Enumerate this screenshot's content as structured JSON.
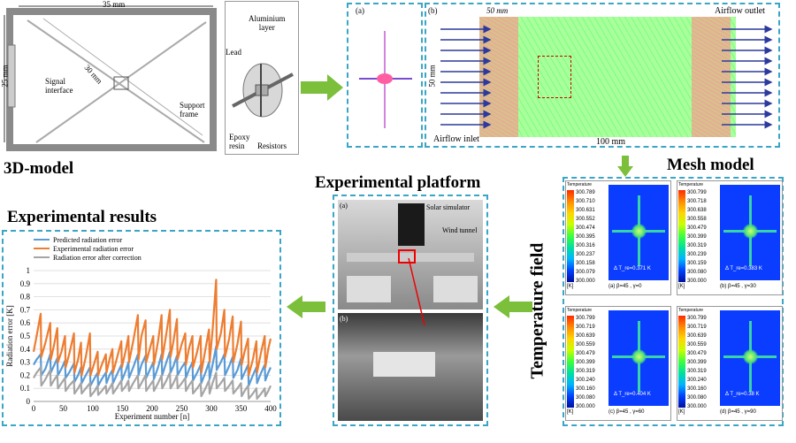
{
  "model3d": {
    "title": "3D-model",
    "dim_width": "35 mm",
    "dim_height": "25 mm",
    "dim_diag": "30 mm",
    "signal_interface": "Signal\ninterface",
    "aluminium": "Aluminium\nlayer",
    "lead": "Lead",
    "support": "Support\nframe",
    "epoxy": "Epoxy\nresin",
    "resistors": "Resistors"
  },
  "mesh": {
    "title": "Mesh model",
    "label_a": "(a)",
    "label_b": "(b)",
    "dim_top": "50 mm",
    "dim_left": "50 mm",
    "dim_bottom": "100 mm",
    "outlet": "Airflow outlet",
    "inlet": "Airflow inlet"
  },
  "temperature": {
    "title": "Temperature field",
    "header": "Temperature",
    "unit": "[K]",
    "panels": [
      {
        "scale": [
          "300.789",
          "300.710",
          "300.631",
          "300.552",
          "300.474",
          "300.395",
          "300.316",
          "300.237",
          "300.158",
          "300.079",
          "300.000"
        ],
        "lbl": "Δ  T_re=0.371 K",
        "cap": "(a) β=45 , γ=0"
      },
      {
        "scale": [
          "300.799",
          "300.718",
          "300.638",
          "300.558",
          "300.479",
          "300.399",
          "300.319",
          "300.239",
          "300.159",
          "300.080",
          "300.000"
        ],
        "lbl": "Δ  T_re=0.383 K",
        "cap": "(b) β=45 , γ=30"
      },
      {
        "scale": [
          "300.799",
          "300.719",
          "300.639",
          "300.559",
          "300.479",
          "300.399",
          "300.319",
          "300.240",
          "300.160",
          "300.080",
          "300.000"
        ],
        "lbl": "Δ  T_re=0.404 K",
        "cap": "(c) β=45 , γ=60"
      },
      {
        "scale": [
          "300.799",
          "300.719",
          "300.639",
          "300.559",
          "300.479",
          "300.399",
          "300.319",
          "300.240",
          "300.160",
          "300.080",
          "300.000"
        ],
        "lbl": "Δ  T_re=0.38 K",
        "cap": "(d) β=45 , γ=90"
      }
    ]
  },
  "platform": {
    "title": "Experimental platform",
    "label_a": "(a)",
    "label_b": "(b)",
    "solar": "Solar simulator",
    "wind": "Wind tunnel"
  },
  "results": {
    "title": "Experimental results"
  },
  "chart_data": {
    "type": "line",
    "title": "",
    "xlabel": "Experiment number [n]",
    "ylabel": "Radiation error [K]",
    "xlim": [
      0,
      400
    ],
    "ylim": [
      0,
      1.0
    ],
    "xticks": [
      "0",
      "50",
      "100",
      "150",
      "200",
      "250",
      "300",
      "350",
      "400"
    ],
    "yticks": [
      "0",
      "0.1",
      "0.2",
      "0.3",
      "0.4",
      "0.5",
      "0.6",
      "0.7",
      "0.8",
      "0.9",
      "1"
    ],
    "grid": true,
    "legend_position": "top-left",
    "series": [
      {
        "name": "Predicted radiation error",
        "color": "#5b9bd5",
        "x": [
          0,
          5,
          12,
          13,
          20,
          28,
          29,
          34,
          40,
          41,
          47,
          53,
          54,
          60,
          68,
          69,
          75,
          80,
          81,
          88,
          95,
          96,
          103,
          108,
          109,
          115,
          122,
          123,
          128,
          133,
          134,
          140,
          148,
          149,
          156,
          160,
          161,
          168,
          176,
          177,
          182,
          189,
          190,
          196,
          202,
          203,
          210,
          216,
          217,
          224,
          230,
          231,
          236,
          242,
          243,
          250,
          256,
          257,
          262,
          268,
          269,
          276,
          282,
          283,
          290,
          296,
          297,
          302,
          308,
          309,
          316,
          322,
          323,
          330,
          336,
          337,
          344,
          350,
          351,
          356,
          362,
          363,
          370,
          376,
          377,
          384,
          390,
          391,
          396,
          400
        ],
        "y": [
          0.28,
          0.32,
          0.36,
          0.2,
          0.25,
          0.36,
          0.22,
          0.27,
          0.33,
          0.2,
          0.25,
          0.31,
          0.18,
          0.22,
          0.29,
          0.15,
          0.2,
          0.26,
          0.14,
          0.2,
          0.26,
          0.12,
          0.18,
          0.22,
          0.12,
          0.17,
          0.22,
          0.14,
          0.2,
          0.24,
          0.14,
          0.2,
          0.28,
          0.16,
          0.24,
          0.3,
          0.18,
          0.26,
          0.36,
          0.2,
          0.28,
          0.35,
          0.18,
          0.24,
          0.3,
          0.17,
          0.26,
          0.36,
          0.2,
          0.3,
          0.38,
          0.22,
          0.27,
          0.35,
          0.2,
          0.26,
          0.3,
          0.18,
          0.24,
          0.3,
          0.16,
          0.22,
          0.28,
          0.14,
          0.22,
          0.3,
          0.17,
          0.28,
          0.42,
          0.24,
          0.3,
          0.36,
          0.2,
          0.27,
          0.34,
          0.18,
          0.24,
          0.33,
          0.17,
          0.22,
          0.28,
          0.12,
          0.2,
          0.26,
          0.14,
          0.22,
          0.28,
          0.16,
          0.22,
          0.26
        ]
      },
      {
        "name": "Experimental radiation error",
        "color": "#ed7d31",
        "x": [
          0,
          5,
          12,
          13,
          20,
          28,
          29,
          34,
          40,
          41,
          47,
          53,
          54,
          60,
          68,
          69,
          75,
          80,
          81,
          88,
          95,
          96,
          103,
          108,
          109,
          115,
          122,
          123,
          128,
          133,
          134,
          140,
          148,
          149,
          156,
          160,
          161,
          168,
          176,
          177,
          182,
          189,
          190,
          196,
          202,
          203,
          210,
          216,
          217,
          224,
          230,
          231,
          236,
          242,
          243,
          250,
          256,
          257,
          262,
          268,
          269,
          276,
          282,
          283,
          290,
          296,
          297,
          302,
          308,
          309,
          316,
          322,
          323,
          330,
          336,
          337,
          344,
          350,
          351,
          356,
          362,
          363,
          370,
          376,
          377,
          384,
          390,
          391,
          396,
          400
        ],
        "y": [
          0.38,
          0.5,
          0.67,
          0.34,
          0.45,
          0.6,
          0.32,
          0.42,
          0.56,
          0.3,
          0.38,
          0.5,
          0.26,
          0.36,
          0.52,
          0.22,
          0.32,
          0.45,
          0.2,
          0.34,
          0.52,
          0.2,
          0.3,
          0.38,
          0.2,
          0.28,
          0.36,
          0.22,
          0.32,
          0.4,
          0.22,
          0.32,
          0.46,
          0.26,
          0.4,
          0.5,
          0.3,
          0.46,
          0.66,
          0.32,
          0.5,
          0.62,
          0.3,
          0.4,
          0.5,
          0.28,
          0.46,
          0.66,
          0.32,
          0.52,
          0.7,
          0.34,
          0.46,
          0.63,
          0.32,
          0.44,
          0.52,
          0.28,
          0.4,
          0.5,
          0.26,
          0.38,
          0.5,
          0.22,
          0.4,
          0.55,
          0.3,
          0.54,
          0.93,
          0.4,
          0.52,
          0.7,
          0.34,
          0.48,
          0.65,
          0.3,
          0.44,
          0.61,
          0.28,
          0.38,
          0.48,
          0.2,
          0.32,
          0.46,
          0.22,
          0.38,
          0.5,
          0.26,
          0.4,
          0.48
        ]
      },
      {
        "name": "Radiation error after correction",
        "color": "#a5a5a5",
        "x": [
          0,
          5,
          12,
          13,
          20,
          28,
          29,
          34,
          40,
          41,
          47,
          53,
          54,
          60,
          68,
          69,
          75,
          80,
          81,
          88,
          95,
          96,
          103,
          108,
          109,
          115,
          122,
          123,
          128,
          133,
          134,
          140,
          148,
          149,
          156,
          160,
          161,
          168,
          176,
          177,
          182,
          189,
          190,
          196,
          202,
          203,
          210,
          216,
          217,
          224,
          230,
          231,
          236,
          242,
          243,
          250,
          256,
          257,
          262,
          268,
          269,
          276,
          282,
          283,
          290,
          296,
          297,
          302,
          308,
          309,
          316,
          322,
          323,
          330,
          336,
          337,
          344,
          350,
          351,
          356,
          362,
          363,
          370,
          376,
          377,
          384,
          390,
          391,
          396,
          400
        ],
        "y": [
          0.18,
          0.22,
          0.26,
          0.12,
          0.17,
          0.24,
          0.12,
          0.16,
          0.2,
          0.1,
          0.14,
          0.18,
          0.08,
          0.12,
          0.16,
          0.06,
          0.1,
          0.14,
          0.06,
          0.1,
          0.14,
          0.04,
          0.08,
          0.12,
          0.05,
          0.08,
          0.12,
          0.06,
          0.1,
          0.14,
          0.06,
          0.1,
          0.16,
          0.08,
          0.12,
          0.16,
          0.08,
          0.14,
          0.2,
          0.1,
          0.14,
          0.2,
          0.08,
          0.12,
          0.16,
          0.08,
          0.14,
          0.2,
          0.1,
          0.16,
          0.22,
          0.1,
          0.14,
          0.2,
          0.1,
          0.14,
          0.18,
          0.08,
          0.12,
          0.16,
          0.06,
          0.1,
          0.14,
          0.04,
          0.1,
          0.16,
          0.06,
          0.14,
          0.22,
          0.1,
          0.14,
          0.18,
          0.08,
          0.12,
          0.16,
          0.06,
          0.1,
          0.14,
          0.04,
          0.08,
          0.12,
          0.02,
          0.06,
          0.1,
          0.02,
          0.06,
          0.1,
          0.04,
          0.08,
          0.12
        ]
      }
    ]
  }
}
